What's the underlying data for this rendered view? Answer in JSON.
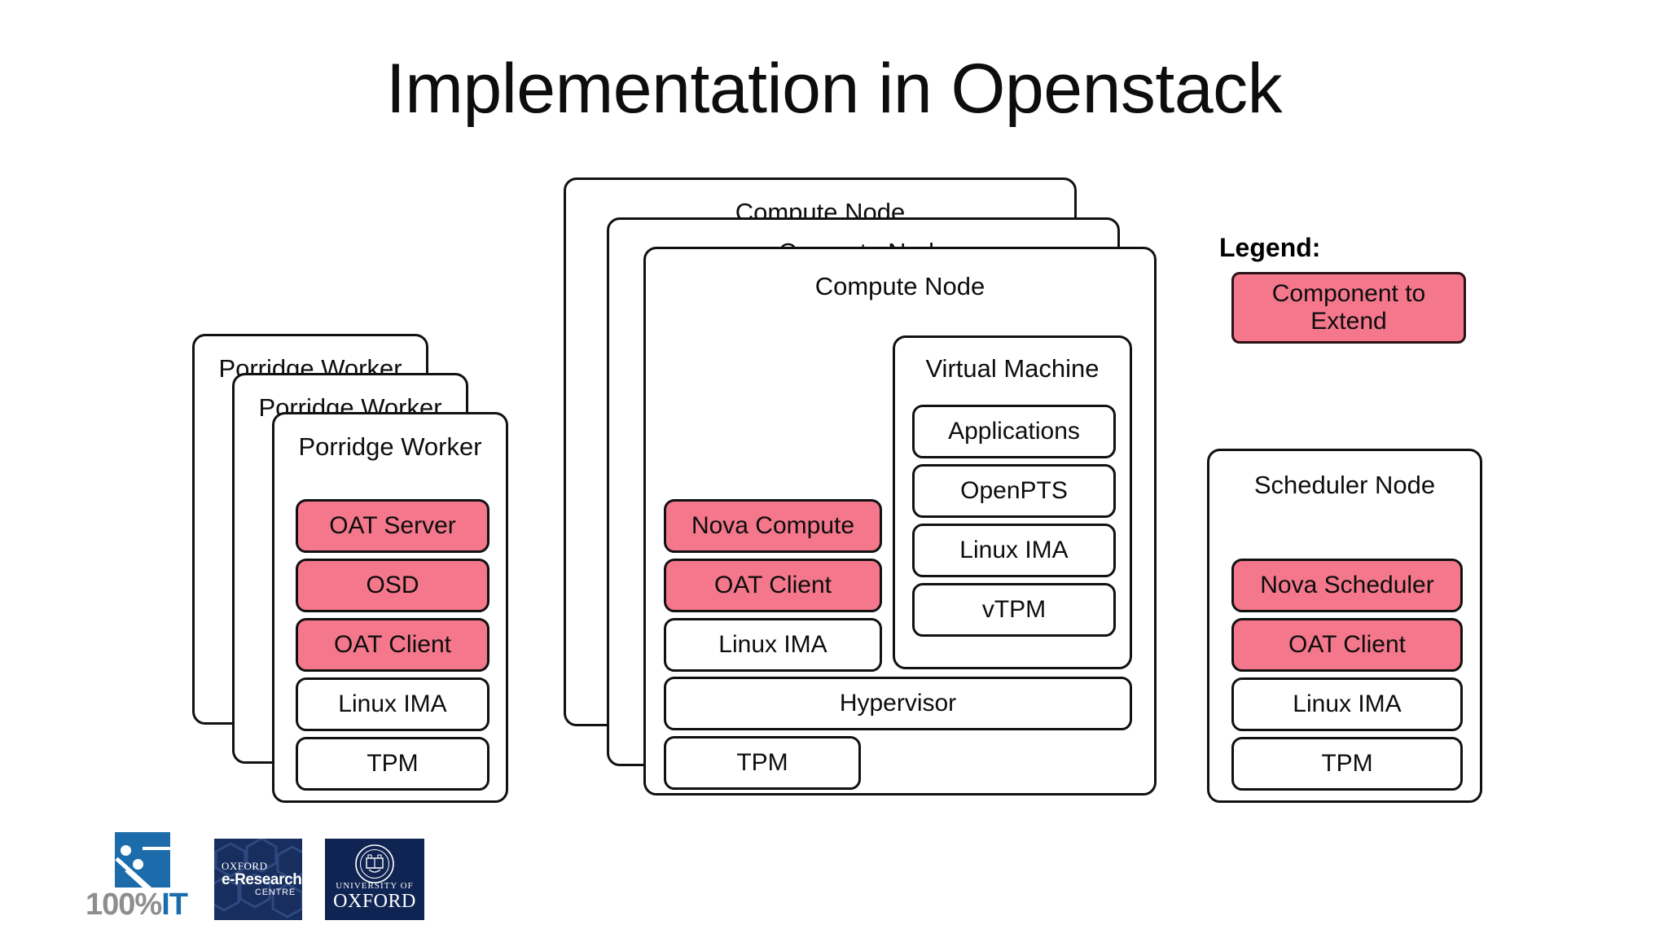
{
  "slide": {
    "title": "Implementation in Openstack"
  },
  "porridge_stack": {
    "card_title": "Porridge Worker",
    "copies": 3,
    "components": [
      {
        "label": "OAT Server",
        "highlight": true
      },
      {
        "label": "OSD",
        "highlight": true
      },
      {
        "label": "OAT Client",
        "highlight": true
      },
      {
        "label": "Linux IMA",
        "highlight": false
      },
      {
        "label": "TPM",
        "highlight": false
      }
    ]
  },
  "compute_stack": {
    "card_title": "Compute Node",
    "copies": 3,
    "host_components": [
      {
        "label": "Nova Compute",
        "highlight": true
      },
      {
        "label": "OAT Client",
        "highlight": true
      },
      {
        "label": "Linux IMA",
        "highlight": false
      }
    ],
    "hypervisor": {
      "label": "Hypervisor",
      "highlight": false
    },
    "tpm": {
      "label": "TPM",
      "highlight": false
    },
    "vm": {
      "card_title": "Virtual Machine",
      "components": [
        {
          "label": "Applications",
          "highlight": false
        },
        {
          "label": "OpenPTS",
          "highlight": false
        },
        {
          "label": "Linux IMA",
          "highlight": false
        },
        {
          "label": "vTPM",
          "highlight": false
        }
      ]
    }
  },
  "scheduler": {
    "card_title": "Scheduler Node",
    "components": [
      {
        "label": "Nova Scheduler",
        "highlight": true
      },
      {
        "label": "OAT Client",
        "highlight": true
      },
      {
        "label": "Linux IMA",
        "highlight": false
      },
      {
        "label": "TPM",
        "highlight": false
      }
    ]
  },
  "legend": {
    "heading": "Legend:",
    "swatch_line1": "Component to",
    "swatch_line2": "Extend"
  },
  "logos": {
    "hundred_it": {
      "prefix": "100%",
      "suffix": "IT"
    },
    "oerc": {
      "line1": "OXFORD",
      "line2": "e-Research",
      "line3": "CENTRE"
    },
    "oxford": {
      "line1": "UNIVERSITY OF",
      "line2": "OXFORD"
    }
  },
  "colors": {
    "highlight": "#f4778c",
    "stroke": "#111111",
    "background": "#ffffff",
    "logo_blue": "#1c6cab",
    "oxford_navy": "#0f2452"
  }
}
